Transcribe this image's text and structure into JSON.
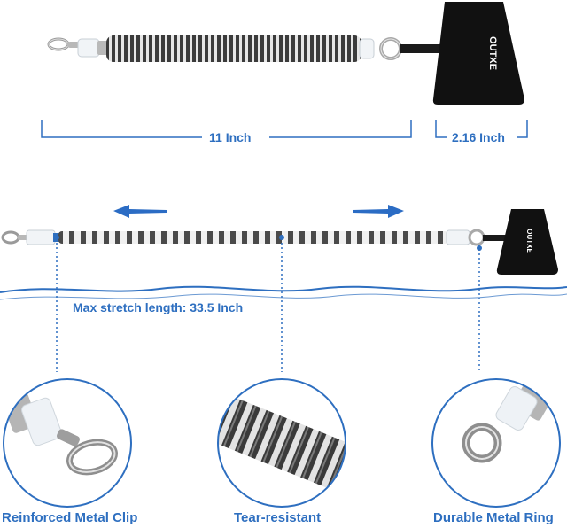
{
  "brand": "OUTXE",
  "dimensions": {
    "cord_length": "11 Inch",
    "patch_width": "2.16 Inch"
  },
  "stretch": {
    "label": "Max stretch length: 33.5 Inch"
  },
  "features": [
    {
      "label": "Reinforced Metal Clip"
    },
    {
      "label": "Tear-resistant"
    },
    {
      "label": "Durable Metal Ring"
    }
  ],
  "colors": {
    "accent": "#2e6fc0",
    "arrow": "#2b6cc4",
    "patch": "#111111",
    "coil_dark": "#3a3a3a",
    "coil_light": "#d9d9d9"
  }
}
